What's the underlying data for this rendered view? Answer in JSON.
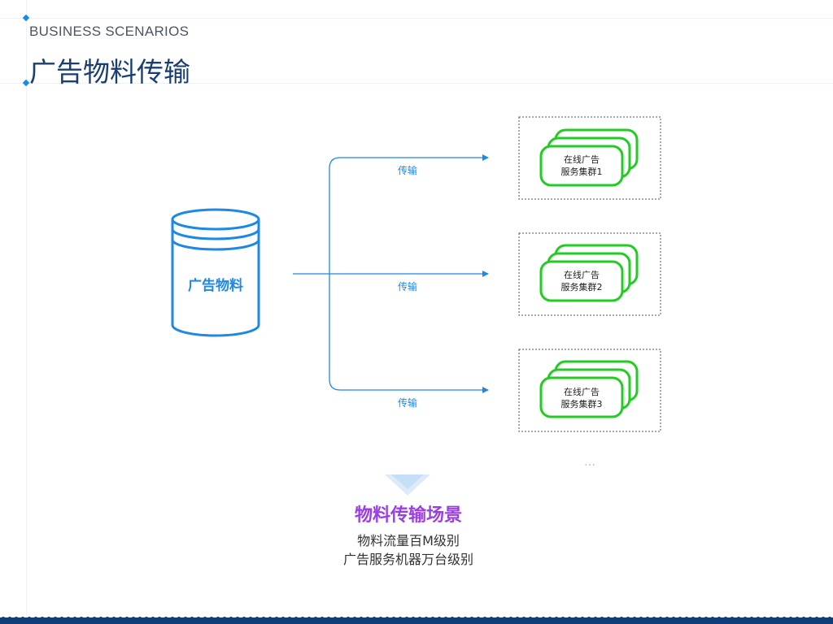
{
  "header": {
    "section_label": "BUSINESS SCENARIOS",
    "title": "广告物料传输"
  },
  "diagram": {
    "source_label": "广告物料",
    "transfer_label": "传输",
    "clusters": [
      {
        "line1": "在线广告",
        "line2": "服务集群1"
      },
      {
        "line1": "在线广告",
        "line2": "服务集群2"
      },
      {
        "line1": "在线广告",
        "line2": "服务集群3"
      }
    ],
    "more_indicator": "…",
    "colors": {
      "flow": "#1e88e5",
      "cluster": "#22cc22",
      "source": "#1e88e5"
    }
  },
  "summary": {
    "title": "物料传输场景",
    "lines": [
      "物料流量百M级别",
      "广告服务机器万台级别"
    ]
  }
}
